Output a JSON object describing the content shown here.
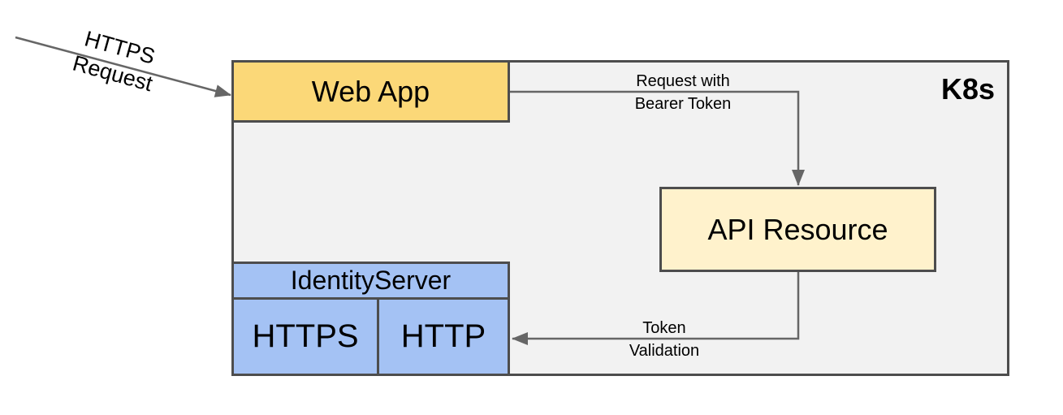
{
  "diagram": {
    "environment_label": "K8s",
    "nodes": {
      "web_app": {
        "label": "Web App"
      },
      "api_resource": {
        "label": "API Resource"
      },
      "identity_server": {
        "label": "IdentityServer"
      },
      "https_endpoint": {
        "label": "HTTPS"
      },
      "http_endpoint": {
        "label": "HTTP"
      }
    },
    "edges": {
      "https_request": {
        "line1": "HTTPS",
        "line2": "Request"
      },
      "request_bearer_token": {
        "line1": "Request with",
        "line2": "Bearer Token"
      },
      "token_validation": {
        "line1": "Token",
        "line2": "Validation"
      }
    },
    "colors": {
      "container_fill": "#F2F2F2",
      "web_app_fill": "#FBD878",
      "api_resource_fill": "#FFF2CC",
      "identity_server_fill": "#A4C2F4",
      "box_border": "#4D4D4D",
      "arrow": "#666666",
      "text": "#000000"
    }
  }
}
